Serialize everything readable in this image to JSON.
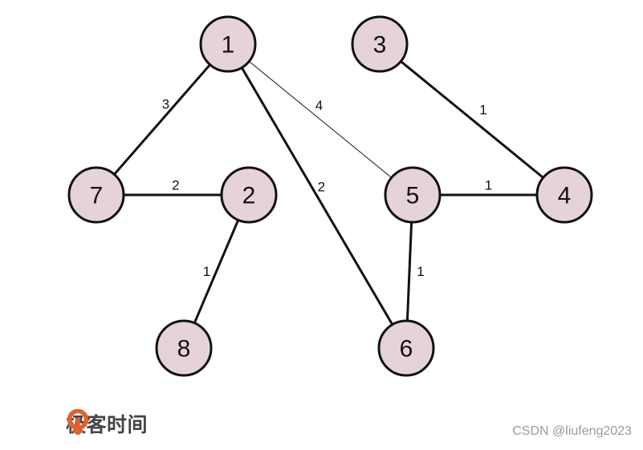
{
  "graph": {
    "nodes": [
      {
        "id": "1",
        "label": "1"
      },
      {
        "id": "3",
        "label": "3"
      },
      {
        "id": "7",
        "label": "7"
      },
      {
        "id": "2",
        "label": "2"
      },
      {
        "id": "5",
        "label": "5"
      },
      {
        "id": "4",
        "label": "4"
      },
      {
        "id": "8",
        "label": "8"
      },
      {
        "id": "6",
        "label": "6"
      }
    ],
    "edges": [
      {
        "from": "1",
        "to": "7",
        "weight": "3",
        "style": "thick"
      },
      {
        "from": "1",
        "to": "5",
        "weight": "4",
        "style": "thin"
      },
      {
        "from": "1",
        "to": "6",
        "weight": "2",
        "style": "thick"
      },
      {
        "from": "3",
        "to": "4",
        "weight": "1",
        "style": "thick"
      },
      {
        "from": "7",
        "to": "2",
        "weight": "2",
        "style": "thick"
      },
      {
        "from": "5",
        "to": "4",
        "weight": "1",
        "style": "thick"
      },
      {
        "from": "2",
        "to": "8",
        "weight": "1",
        "style": "thick"
      },
      {
        "from": "5",
        "to": "6",
        "weight": "1",
        "style": "thick"
      }
    ]
  },
  "logo": {
    "text": "极客时间",
    "brand_color": "#e2622a"
  },
  "watermark": {
    "text": "CSDN @liufeng2023"
  }
}
